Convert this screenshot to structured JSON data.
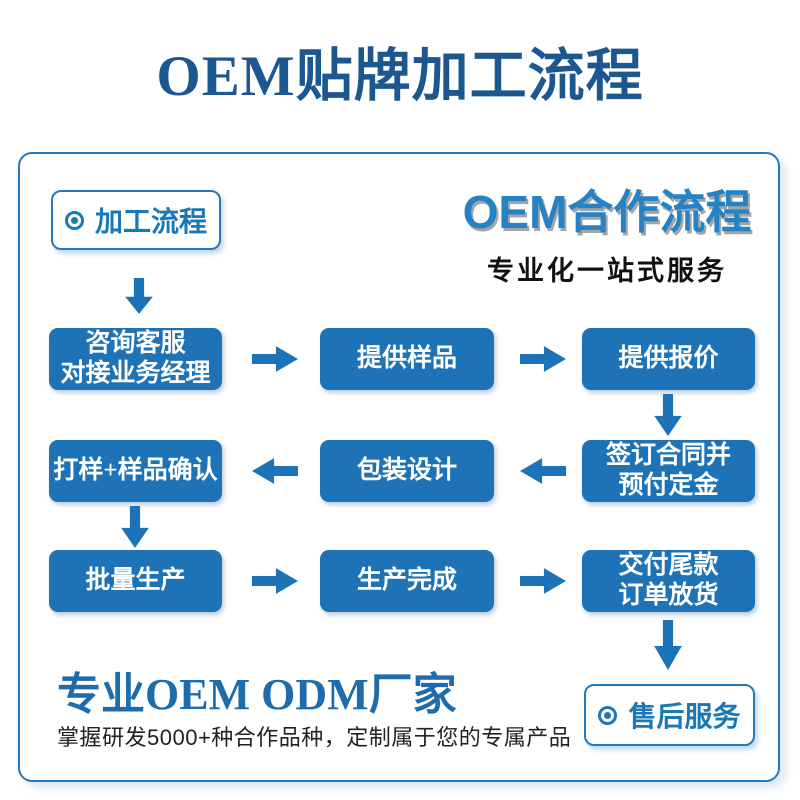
{
  "page": {
    "title": "OEM贴牌加工流程"
  },
  "tabs": {
    "process": {
      "label": "加工流程",
      "icon": "target-icon"
    },
    "aftersales": {
      "label": "售后服务",
      "icon": "target-icon"
    }
  },
  "brand": {
    "heading": "OEM合作流程",
    "subheading": "专业化一站式服务"
  },
  "flow": {
    "rows": [
      {
        "direction": "right",
        "boxes": [
          {
            "label": "咨询客服\n对接业务经理"
          },
          {
            "label": "提供样品"
          },
          {
            "label": "提供报价"
          }
        ]
      },
      {
        "direction": "left",
        "boxes": [
          {
            "label": "打样+样品确认"
          },
          {
            "label": "包装设计"
          },
          {
            "label": "签订合同并\n预付定金"
          }
        ]
      },
      {
        "direction": "right",
        "boxes": [
          {
            "label": "批量生产"
          },
          {
            "label": "生产完成"
          },
          {
            "label": "交付尾款\n订单放货"
          }
        ]
      }
    ]
  },
  "footer": {
    "headline": "专业OEM ODM厂家",
    "description": "掌握研发5000+种合作品种，定制属于您的专属产品"
  },
  "colors": {
    "box_blue": "#1d73b6",
    "title_navy": "#1d578f",
    "heading_blue": "#2583c5",
    "border_blue": "#2478bb",
    "tab_text_blue": "#1879b6",
    "footer_blue": "#1e6cab",
    "text_dark": "#222222"
  }
}
